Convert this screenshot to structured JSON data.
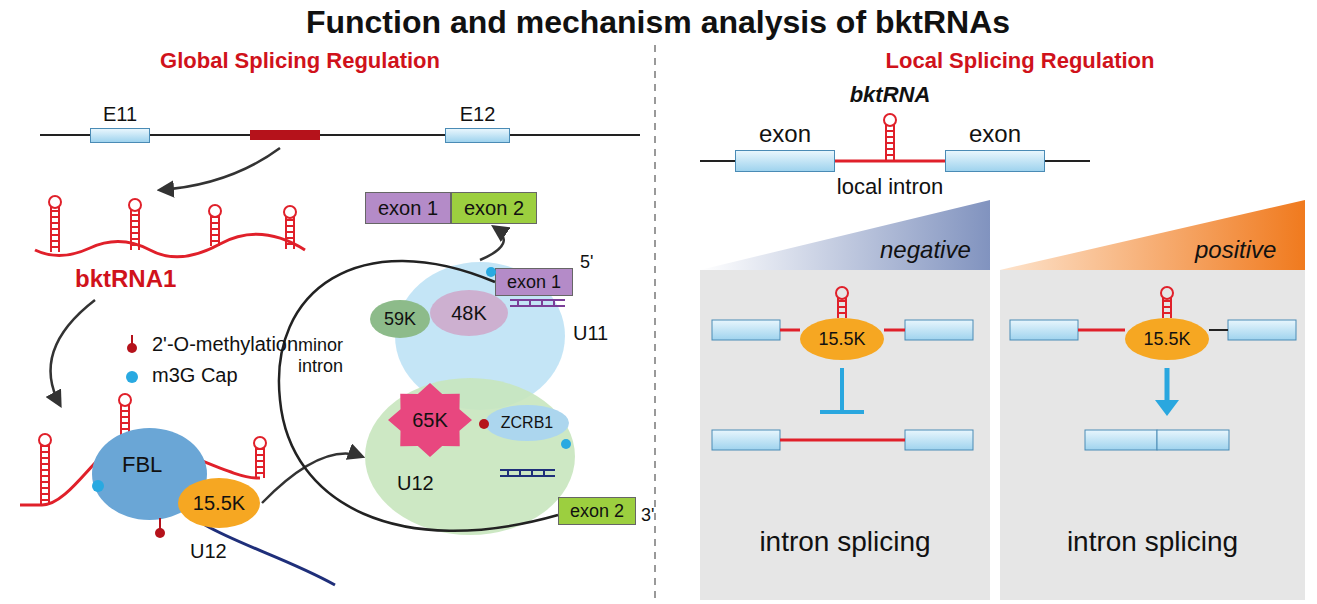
{
  "diagram": {
    "title": "Function and mechanism analysis of bktRNAs",
    "nodes": [
      {
        "text": [
          "E11"
        ]
      },
      {
        "text": [
          "E12"
        ]
      },
      {
        "text": [
          "FBL"
        ]
      },
      {
        "text": [
          "15.5K"
        ]
      },
      {
        "text": [
          "exon 1"
        ]
      },
      {
        "text": [
          "exon 2"
        ]
      },
      {
        "text": [
          "U11"
        ]
      },
      {
        "text": [
          "48K"
        ],
        "in": 6
      },
      {
        "text": [
          "59K"
        ]
      },
      {
        "text": [
          "U12"
        ]
      },
      {
        "text": [
          "65K"
        ],
        "in": 9
      },
      {
        "text": [
          "ZCRB1"
        ],
        "in": 9
      },
      {
        "text": [
          "exon 1"
        ]
      },
      {
        "text": [
          "exon 2"
        ]
      },
      {
        "text": [
          "exon"
        ]
      },
      {
        "text": [
          "exon"
        ]
      },
      {
        "text": [
          "negative"
        ]
      },
      {
        "text": [
          "positive"
        ]
      },
      {
        "text": [
          "intron splicing"
        ]
      },
      {
        "text": [
          "15.5K"
        ],
        "in": 18
      },
      {
        "text": [
          "intron splicing"
        ]
      },
      {
        "text": [
          "15.5K"
        ],
        "in": 20
      }
    ],
    "edges": [
      {
        "from": 3,
        "to": 9,
        "arrow": "to"
      },
      {
        "from": 6,
        "to": 5,
        "arrow": "to"
      }
    ],
    "labels": [
      "Global Splicing Regulation",
      "Local Splicing Regulation",
      "bktRNA1",
      "U12",
      "minor intron",
      "5'",
      "3'",
      "bktRNA",
      "local intron"
    ],
    "legend": [
      {
        "text": "2'-O-methylation"
      },
      {
        "text": "m3G Cap",
        "color": "#29a9e1"
      }
    ]
  }
}
